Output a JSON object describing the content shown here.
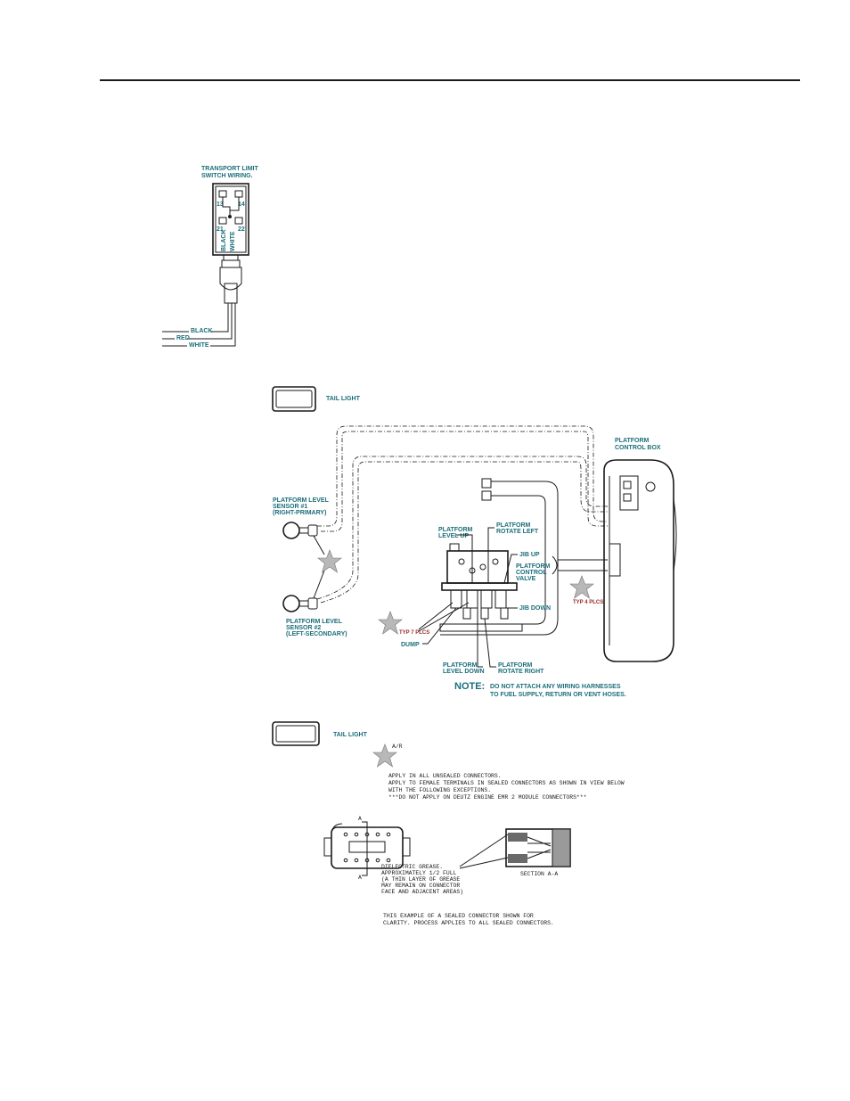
{
  "colors": {
    "label": "#1b6e7a",
    "warning": "#9a2a2a",
    "star": "#b8b8b8",
    "line": "#1a1a1a"
  },
  "switch": {
    "title_line1": "TRANSPORT LIMIT",
    "title_line2": "SWITCH WIRING.",
    "term_13": "13",
    "term_14": "14",
    "term_21": "21",
    "term_22": "22",
    "inner_black": "BLACK",
    "inner_white": "WHITE",
    "wire_black": "BLACK",
    "wire_red": "RED",
    "wire_white": "WHITE"
  },
  "main": {
    "tail_light": "TAIL LIGHT",
    "control_box_line1": "PLATFORM",
    "control_box_line2": "CONTROL BOX",
    "sensor1_line1": "PLATFORM LEVEL",
    "sensor1_line2": "SENSOR #1",
    "sensor1_line3": "(RIGHT-PRIMARY)",
    "sensor2_line1": "PLATFORM LEVEL",
    "sensor2_line2": "SENSOR #2",
    "sensor2_line3": "(LEFT-SECONDARY)",
    "level_up_line1": "PLATFORM",
    "level_up_line2": "LEVEL UP",
    "rotate_left_line1": "PLATFORM",
    "rotate_left_line2": "ROTATE LEFT",
    "jib_up": "JIB UP",
    "valve_line1": "PLATFORM",
    "valve_line2": "CONTROL",
    "valve_line3": "VALVE",
    "jib_down": "JIB DOWN",
    "typ7": "TYP 7 PLCS",
    "typ4": "TYP 4 PLCS",
    "dump": "DUMP",
    "level_down_line1": "PLATFORM",
    "level_down_line2": "LEVEL DOWN",
    "rotate_right_line1": "PLATFORM",
    "rotate_right_line2": "ROTATE RIGHT",
    "note_head": "NOTE:",
    "note_line1": "DO NOT ATTACH ANY WIRING HARNESSES",
    "note_line2": "TO FUEL SUPPLY, RETURN OR VENT HOSES."
  },
  "legend": {
    "tail_light": "TAIL LIGHT",
    "star_tag": "A/R",
    "line1": "APPLY IN ALL UNSEALED CONNECTORS.",
    "line2": "APPLY TO FEMALE TERMINALS IN SEALED CONNECTORS AS SHOWN IN VIEW BELOW",
    "line3": "WITH THE FOLLOWING EXCEPTIONS.",
    "line4": "***DO NOT APPLY ON DEUTZ ENGINE EMR 2 MODULE CONNECTORS***"
  },
  "connector": {
    "section_mark_top": "A",
    "section_mark_bottom": "A",
    "grease_line1": "DIELECTRIC GREASE.",
    "grease_line2": "APPROXIMATELY 1/2 FULL",
    "grease_line3": "(A THIN LAYER OF GREASE",
    "grease_line4": "MAY REMAIN ON CONNECTOR",
    "grease_line5": "FACE AND ADJACENT AREAS)",
    "section_label": "SECTION A-A",
    "footer_line1": "THIS EXAMPLE OF A SEALED CONNECTOR SHOWN FOR",
    "footer_line2": "CLARITY.  PROCESS APPLIES TO ALL SEALED CONNECTORS."
  }
}
